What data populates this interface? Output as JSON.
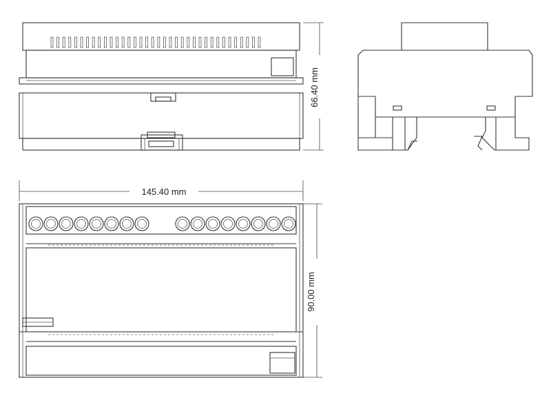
{
  "dimensions": {
    "height_top": "66.40 mm",
    "width_front": "145.40 mm",
    "height_front": "90.00 mm"
  }
}
